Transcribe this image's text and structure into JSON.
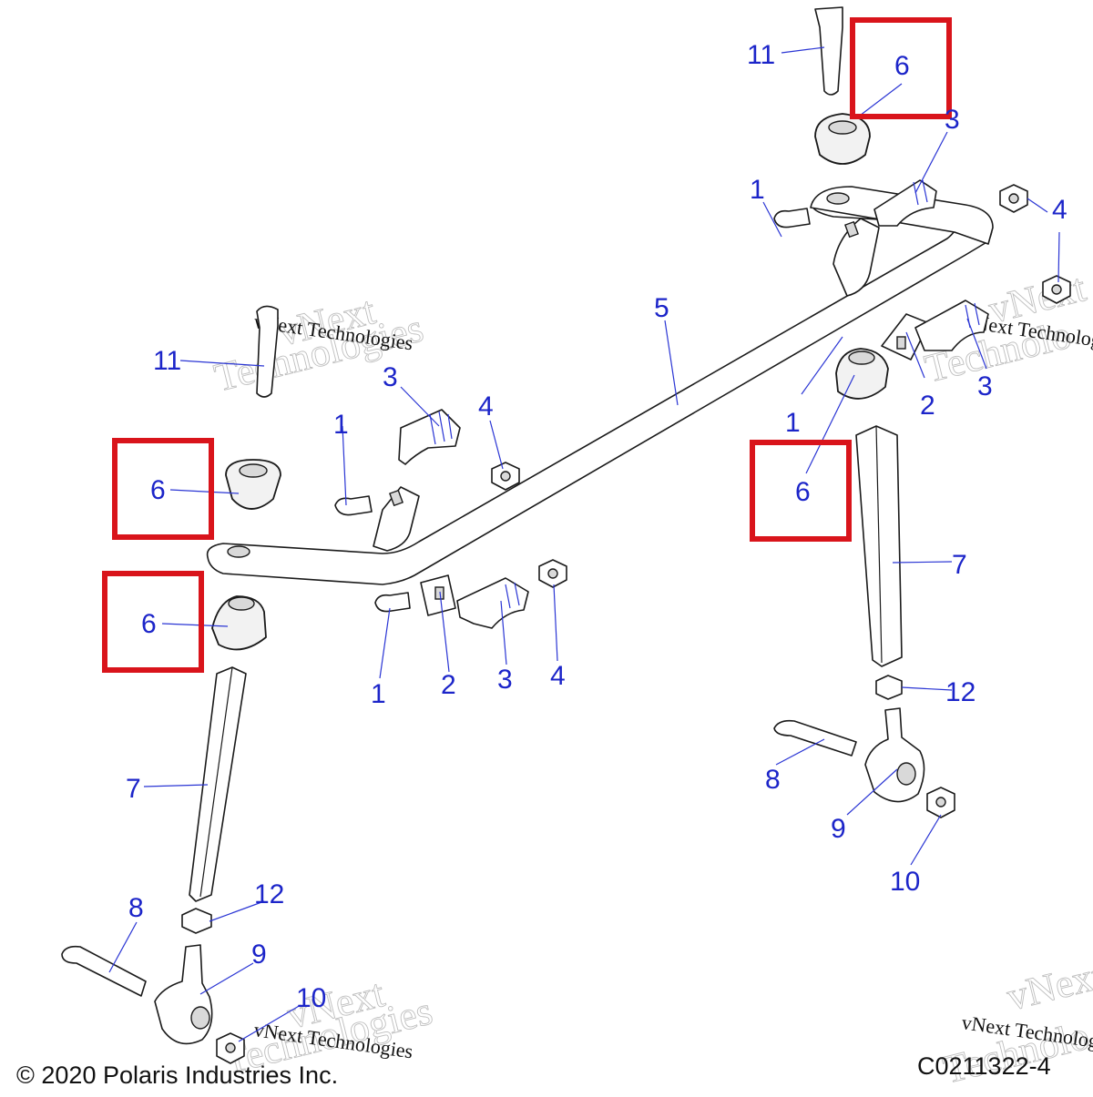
{
  "diagram": {
    "footer": {
      "copyright": "© 2020 Polaris Industries Inc.",
      "part_code": "C0211322-4"
    },
    "watermarks": [
      {
        "text": "vNext Technologies",
        "big_top": "vNext",
        "big_bottom": "Technologies"
      },
      {
        "text": "vNext Technologies",
        "big_top": "vNext",
        "big_bottom": "Technologies"
      },
      {
        "text": "vNext Technologies",
        "big_top": "vNext",
        "big_bottom": "Technolo"
      },
      {
        "text": "vNext Technologies",
        "big_top": "vNext",
        "big_bottom": "Technolo"
      }
    ],
    "callouts": {
      "c11_top": "11",
      "c6_top": "6",
      "c3_top": "3",
      "c1_upper_right": "1",
      "c4_right": "4",
      "c11_left": "11",
      "c3_mid": "3",
      "c4_mid": "4",
      "c1_mid": "1",
      "c5": "5",
      "c3_right": "3",
      "c2_right": "2",
      "c1_right": "1",
      "c6_left_upper": "6",
      "c6_left_lower": "6",
      "c6_right": "6",
      "c7_right": "7",
      "c1_bottom": "1",
      "c2_bottom": "2",
      "c3_bottom": "3",
      "c4_bottom": "4",
      "c12_right": "12",
      "c8_right": "8",
      "c9_right": "9",
      "c10_right": "10",
      "c7_left": "7",
      "c8_left": "8",
      "c12_left": "12",
      "c9_left": "9",
      "c10_left": "10"
    },
    "highlight_color": "#d9141b",
    "callout_color": "#1c25c9"
  }
}
